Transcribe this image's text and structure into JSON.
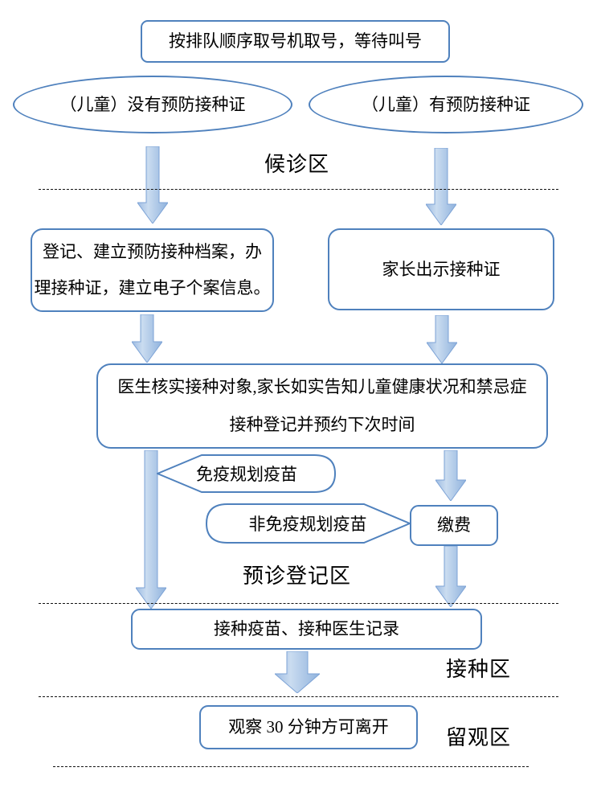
{
  "flow": {
    "take_number": "按排队顺序取号机取号，等待叫号",
    "no_cert": "（儿童）没有预防接种证",
    "has_cert": "（儿童）有预防接种证",
    "register": "登记、建立预防接种档案，办\n理接种证，建立电子个案信息。",
    "show_cert": "家长出示接种证",
    "doctor_line1": "医生核实接种对象,家长如实告知儿童健康状况和禁忌症",
    "doctor_line2": "接种登记并预约下次时间",
    "epi_vaccine": "免疫规划疫苗",
    "non_epi_vaccine": "非免疫规划疫苗",
    "pay": "缴费",
    "vaccinate": "接种疫苗、接种医生记录",
    "observe": "观察 30 分钟方可离开"
  },
  "zones": {
    "waiting": "候诊区",
    "registration": "预诊登记区",
    "vaccination": "接种区",
    "observation": "留观区"
  },
  "colors": {
    "shape_border": "#4f81bd",
    "arrow_fill_light": "#cadcf0",
    "arrow_fill_dark": "#93b5de",
    "arrow_border": "#7da3d6",
    "dashed_line": "#111111",
    "text": "#000000"
  }
}
